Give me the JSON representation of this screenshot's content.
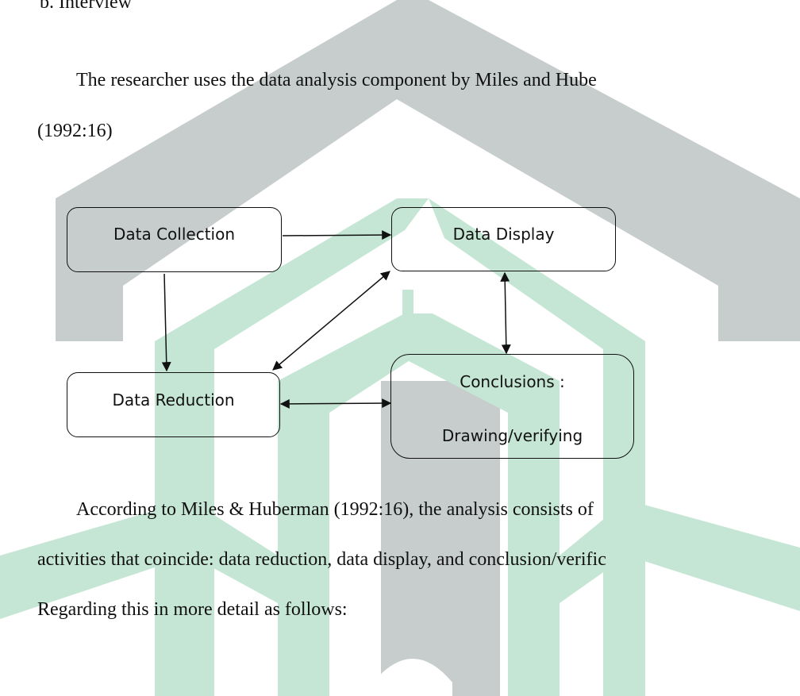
{
  "document": {
    "section_heading": "b.   Interview",
    "intro_line_1": "The researcher uses the data analysis component by Miles and Hube",
    "intro_line_2": "(1992:16)",
    "body_line_1": "According to Miles & Huberman (1992:16), the analysis consists of",
    "body_line_2": "activities that coincide: data reduction, data display, and conclusion/verific",
    "body_line_3": "Regarding this in more detail as follows:"
  },
  "diagram": {
    "boxes": {
      "data_collection": "Data Collection",
      "data_display": "Data Display",
      "data_reduction": "Data Reduction",
      "conclusions_line_1": "Conclusions :",
      "conclusions_line_2": "Drawing/verifying"
    }
  },
  "colors": {
    "watermark_gray": "#c7cdcd",
    "watermark_green": "#c5e6d5",
    "ink": "#111111"
  }
}
